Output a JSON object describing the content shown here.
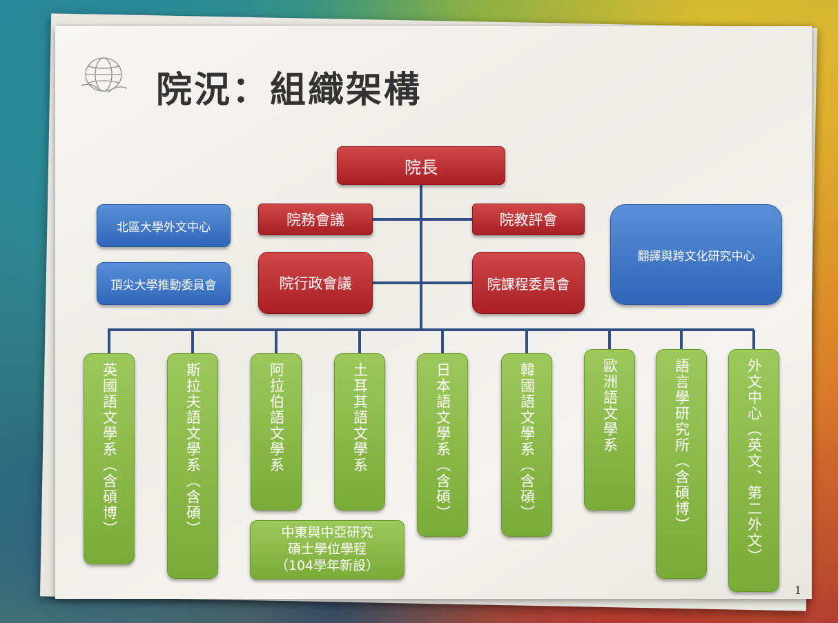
{
  "slide": {
    "title": "院況：組織架構",
    "page_number": "1"
  },
  "chart": {
    "dean": "院長",
    "council_left": "院務會議",
    "council_right": "院教評會",
    "admin_left": "院行政會議",
    "admin_right": "院課程委員會",
    "side_left": [
      "北區大學外文中心",
      "頂尖大學推動委員會"
    ],
    "side_right": "翻譯與跨文化研究中心",
    "departments": [
      "英國語文學系（含碩博）",
      "斯拉夫語文學系（含碩）",
      "阿拉伯語文學系",
      "土耳其語文學系",
      "日本語文學系（含碩）",
      "韓國語文學系（含碩）",
      "歐洲語文學系",
      "語言學研究所（含碩博）",
      "外文中心（英文、第二外文）"
    ],
    "program_lines": [
      "中東與中亞研究",
      "碩士學位學程",
      "（104學年新設）"
    ]
  },
  "colors": {
    "red": "#b8282c",
    "blue": "#3a72c6",
    "green": "#8cbb4a",
    "line": "#2f4f85"
  },
  "icons": [
    "globe-icon"
  ]
}
